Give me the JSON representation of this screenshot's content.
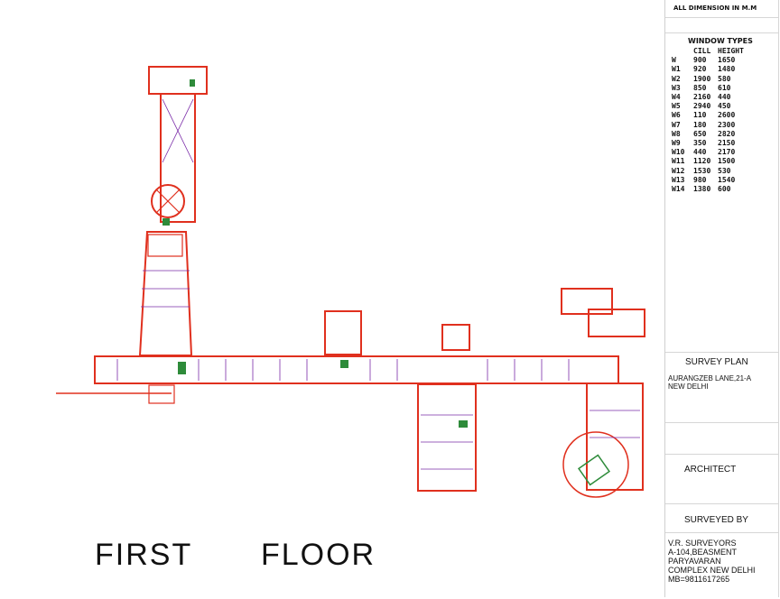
{
  "title_block": {
    "dimension_note": "ALL DIMENSION IN M.M",
    "window_types": {
      "title": "WINDOW TYPES",
      "headers": [
        "",
        "CILL",
        "HEIGHT"
      ],
      "rows": [
        [
          "W",
          "900",
          "1650"
        ],
        [
          "W1",
          "920",
          "1480"
        ],
        [
          "W2",
          "1900",
          "580"
        ],
        [
          "W3",
          "850",
          "610"
        ],
        [
          "W4",
          "2160",
          "440"
        ],
        [
          "W5",
          "2940",
          "450"
        ],
        [
          "W6",
          "110",
          "2600"
        ],
        [
          "W7",
          "180",
          "2300"
        ],
        [
          "W8",
          "650",
          "2820"
        ],
        [
          "W9",
          "350",
          "2150"
        ],
        [
          "W10",
          "440",
          "2170"
        ],
        [
          "W11",
          "1120",
          "1500"
        ],
        [
          "W12",
          "1530",
          "530"
        ],
        [
          "W13",
          "980",
          "1540"
        ],
        [
          "W14",
          "1380",
          "600"
        ]
      ]
    },
    "survey_plan_label": "SURVEY PLAN",
    "site_line1": "AURANGZEB LANE,21-A",
    "site_line2": "NEW DELHI",
    "architect_label": "ARCHITECT",
    "surveyed_by_label": "SURVEYED BY",
    "surveyor_lines": [
      "V.R. SURVEYORS",
      "A-104,BEASMENT",
      "PARYAVARAN",
      "COMPLEX NEW DELHI",
      "MB=9811617265"
    ]
  },
  "floor_title": "FIRST   FLOOR",
  "colors": {
    "wall": "#e0301e",
    "partition": "#7a2ba8",
    "fill": "#2e8b3a",
    "text": "#111111"
  }
}
